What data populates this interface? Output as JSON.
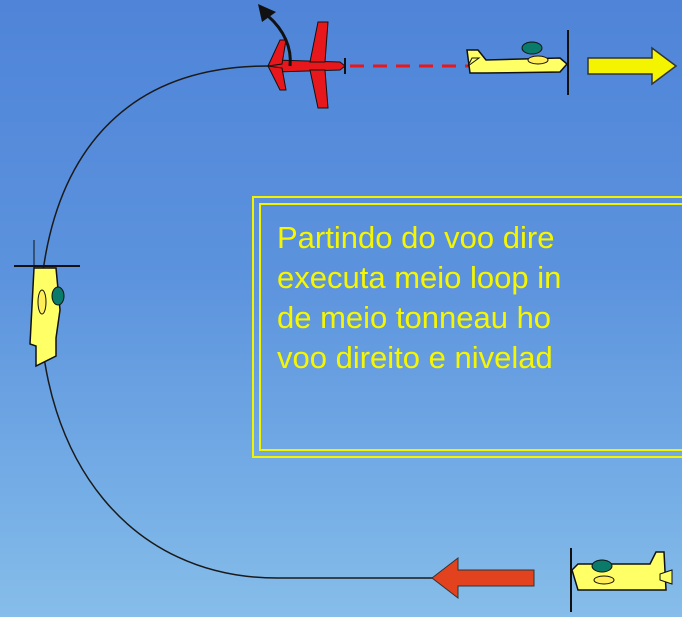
{
  "caption": {
    "lines": [
      "Partindo do voo dire",
      "executa meio loop in",
      "de meio tonneau ho",
      "voo direito e nivelad"
    ]
  },
  "colors": {
    "sky_top": "#4f84d8",
    "sky_bottom": "#86bde9",
    "text_yellow": "#f6f600",
    "arrow_yellow": "#f4f400",
    "arrow_red": "#e2431e",
    "plane_red": "#e8171c",
    "plane_yellow": "#ffff66"
  },
  "icons": {
    "entry_plane": "airplane-icon",
    "rotation": "curved-arrow-icon",
    "inverted_plane": "airplane-icon",
    "exit_plane": "airplane-icon",
    "direction_right": "arrow-right-icon",
    "direction_left": "arrow-left-icon"
  }
}
